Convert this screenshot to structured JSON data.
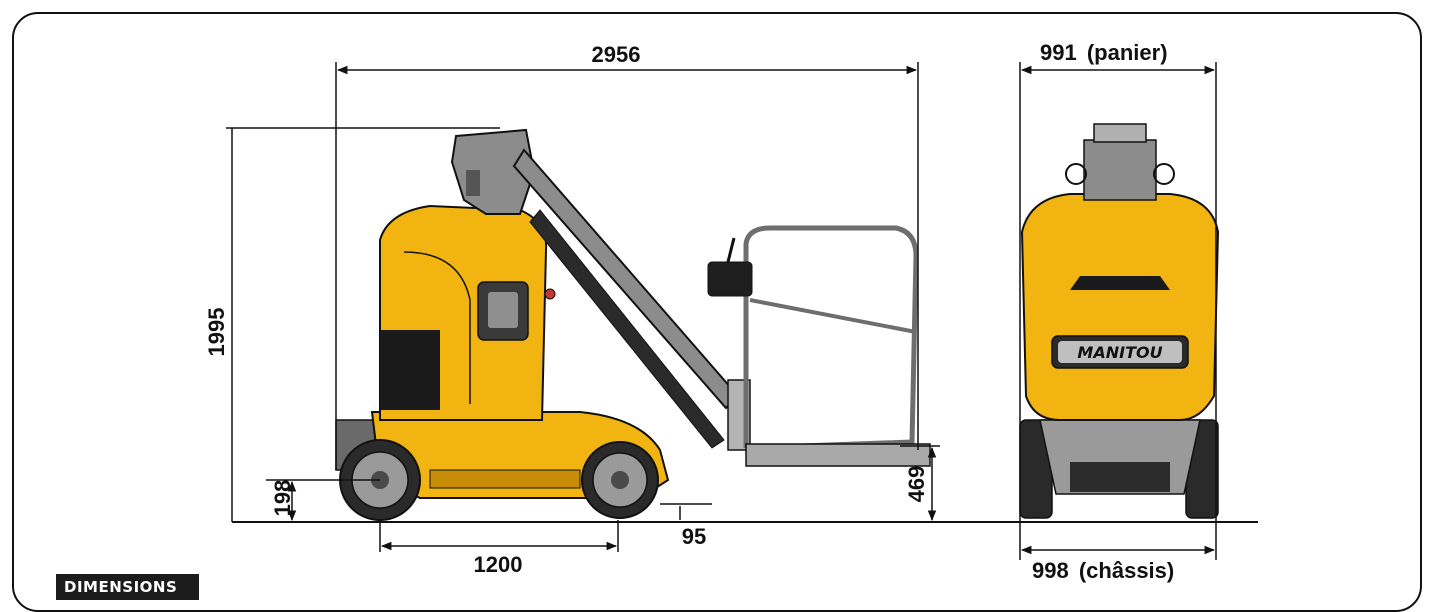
{
  "section_label": "DIMENSIONS",
  "brand_plate": "MANITOU",
  "colors": {
    "machine_yellow": "#f2b410",
    "machine_shadow": "#c88d06",
    "arm_grey": "#8c8c8c",
    "line": "#111111"
  },
  "dimensions": {
    "overall_length": "2956",
    "overall_height": "1995",
    "wheelbase": "1200",
    "ground_clearance_front": "198",
    "ground_clearance_rear": "95",
    "platform_floor_height": "469",
    "width_basket_value": "991",
    "width_basket_note": "(panier)",
    "width_chassis_value": "998",
    "width_chassis_note": "(châssis)"
  }
}
